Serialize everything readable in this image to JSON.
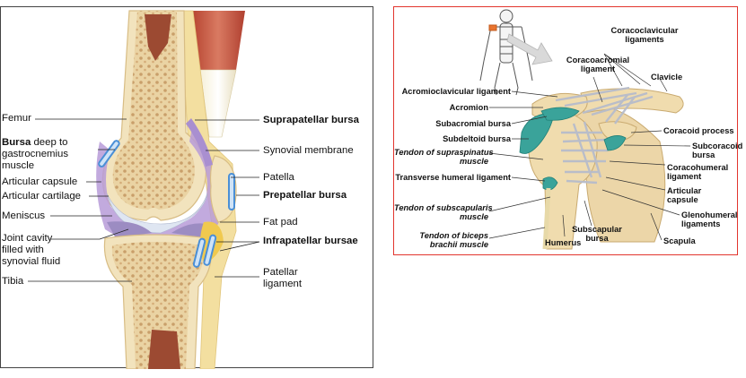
{
  "knee": {
    "labels": {
      "femur": "Femur",
      "bursa_word": "Bursa",
      "bursa_rest_1": " deep to",
      "bursa_rest_2": "gastrocnemius",
      "bursa_rest_3": "muscle",
      "articular_capsule": "Articular capsule",
      "articular_cartilage": "Articular cartilage",
      "meniscus": "Meniscus",
      "joint_cavity_1": "Joint cavity",
      "joint_cavity_2": "filled with",
      "joint_cavity_3": "synovial fluid",
      "tibia": "Tibia",
      "suprapatellar_bursa": "Suprapatellar bursa",
      "synovial_membrane": "Synovial membrane",
      "patella": "Patella",
      "prepatellar_bursa": "Prepatellar bursa",
      "fat_pad": "Fat pad",
      "infrapatellar_bursae": "Infrapatellar bursae",
      "patellar_ligament_1": "Patellar",
      "patellar_ligament_2": "ligament"
    }
  },
  "shoulder": {
    "labels": {
      "coracoclavicular_1": "Coracoclavicular",
      "coracoclavicular_2": "ligaments",
      "coracoacromial_1": "Coracoacromial",
      "coracoacromial_2": "ligament",
      "clavicle": "Clavicle",
      "acromioclavicular": "Acromioclavicular ligament",
      "acromion": "Acromion",
      "subacromial": "Subacromial bursa",
      "subdeltoid": "Subdeltoid bursa",
      "supraspinatus_1": "Tendon of supraspinatus",
      "supraspinatus_2": "muscle",
      "transverse_humeral": "Transverse humeral ligament",
      "subscapularis_1": "Tendon of subscapularis",
      "subscapularis_2": "muscle",
      "biceps_1": "Tendon of biceps",
      "biceps_2": "brachii muscle",
      "humerus": "Humerus",
      "subscapular_1": "Subscapular",
      "subscapular_2": "bursa",
      "coracoid_process": "Coracoid process",
      "subcoracoid_1": "Subcoracoid",
      "subcoracoid_2": "bursa",
      "coracohumeral_1": "Coracohumeral",
      "coracohumeral_2": "ligament",
      "articular_capsule_1": "Articular",
      "articular_capsule_2": "capsule",
      "glenohumeral_1": "Glenohumeral",
      "glenohumeral_2": "ligaments",
      "scapula": "Scapula"
    }
  },
  "colors": {
    "bone_outer": "#f2e3bd",
    "bone_spongy": "#e8cf9d",
    "marrow": "#9c4a32",
    "cartilage": "#dfe6f2",
    "capsule": "#a98fd0",
    "bursa_blue": "#4a8fd6",
    "tendon": "#f1d985",
    "muscle": "#c0503c",
    "frame_red": "#e2352e",
    "teal_bursa": "#3aa39a",
    "ligament": "#c8ccd8"
  }
}
